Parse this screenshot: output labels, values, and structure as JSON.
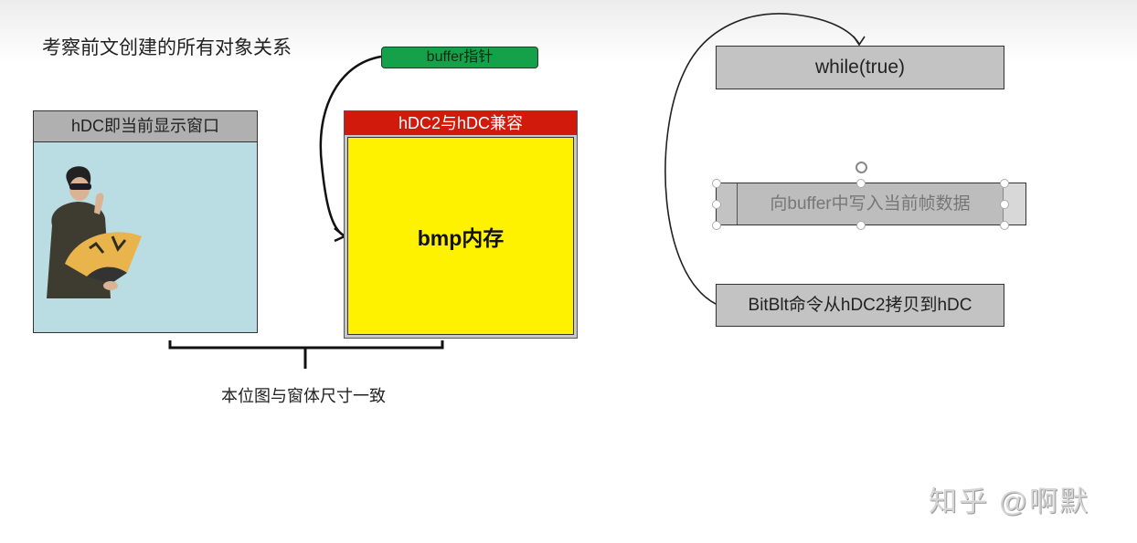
{
  "slide": {
    "title": "考察前文创建的所有对象关系"
  },
  "left_diagram": {
    "window_box": {
      "header": "hDC即当前显示窗口",
      "background_color": "#b9dde3",
      "image": "person-with-fan-photo"
    },
    "buffer_tag": {
      "label": "buffer指针",
      "color": "#15a04a"
    },
    "bitmap_box": {
      "header": "hDC2与hDC兼容",
      "header_color": "#d21a0c",
      "body": "bmp内存",
      "body_color": "#fff200"
    },
    "brace_label": "本位图与窗体尺寸一致"
  },
  "right_diagram": {
    "loop_box": "while(true)",
    "write_box": "向buffer中写入当前帧数据",
    "bitblt_box": "BitBlt命令从hDC2拷贝到hDC"
  },
  "watermark": "知乎 @啊默"
}
